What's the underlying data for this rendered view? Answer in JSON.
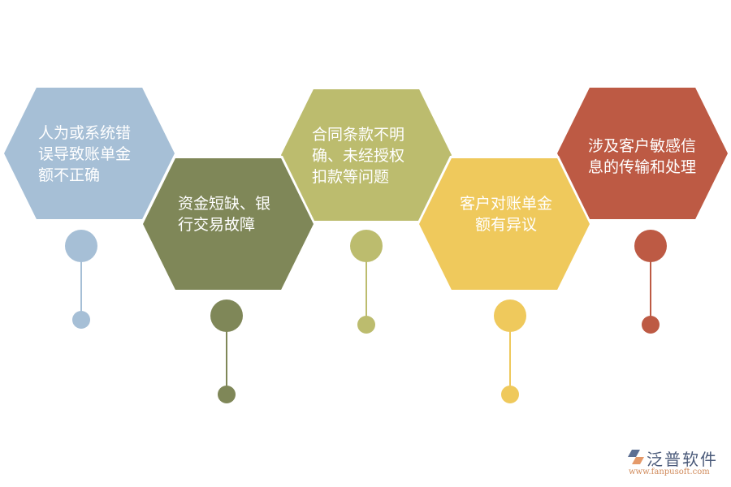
{
  "diagram": {
    "items": [
      {
        "label": "人为或系统错\n误导致账单金\n额不正确",
        "color": "#a6bfd6"
      },
      {
        "label": "资金短缺、银\n行交易故障",
        "color": "#7f8758"
      },
      {
        "label": "合同条款不明\n确、未经授权\n扣款等问题",
        "color": "#bcbc6e"
      },
      {
        "label": "客户对账单金\n额有异议",
        "color": "#efc95c"
      },
      {
        "label": "涉及客户敏感信\n息的传输和处理",
        "color": "#bd5a44"
      }
    ]
  },
  "logo": {
    "title": "泛普软件",
    "url": "www.fanpusoft.com"
  }
}
